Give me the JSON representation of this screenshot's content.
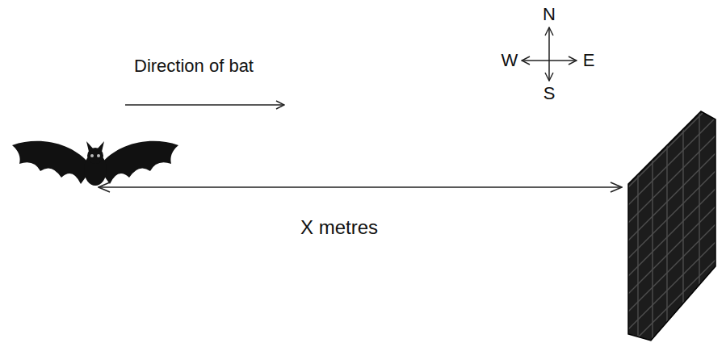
{
  "diagram": {
    "labels": [
      "N",
      "Direction of bat",
      "W",
      "E",
      "S",
      "X metres"
    ]
  }
}
